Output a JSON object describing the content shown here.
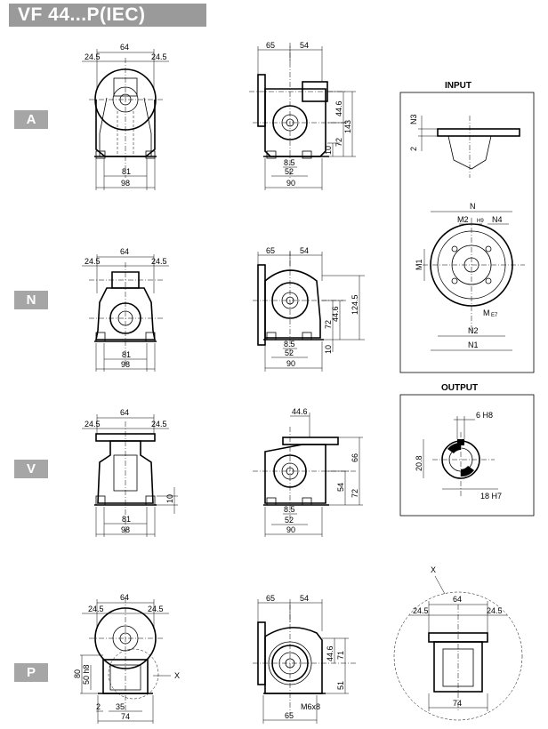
{
  "title": "VF 44...P(IEC)",
  "rows": {
    "a": {
      "badge": "A"
    },
    "n": {
      "badge": "N"
    },
    "v": {
      "badge": "V"
    },
    "p": {
      "badge": "P"
    }
  },
  "labels": {
    "d24_5": "24.5",
    "d64": "64",
    "d65": "65",
    "d54": "54",
    "d81": "81",
    "d98": "98",
    "d90": "90",
    "d52": "52",
    "d8_5": "8.5",
    "d44_6": "44.6",
    "d143": "143",
    "d72": "72",
    "d10": "10",
    "d124_5": "124.5",
    "d66": "66",
    "d80": "80",
    "d50h8": "50 h8",
    "d35": "35",
    "d2": "2",
    "d74": "74",
    "d71": "71",
    "d51": "51",
    "m6x8": "M6x8",
    "x": "X"
  },
  "input": {
    "title": "INPUT",
    "n3": "N3",
    "two": "2",
    "n": "N",
    "m2": "M2",
    "h9": "H9",
    "n4": "N4",
    "m1": "M1",
    "m": "M",
    "e7": "E7",
    "n2": "N2",
    "n1": "N1"
  },
  "output": {
    "title": "OUTPUT",
    "key": "6 H8",
    "height": "20.8",
    "bore": "18 H7"
  }
}
